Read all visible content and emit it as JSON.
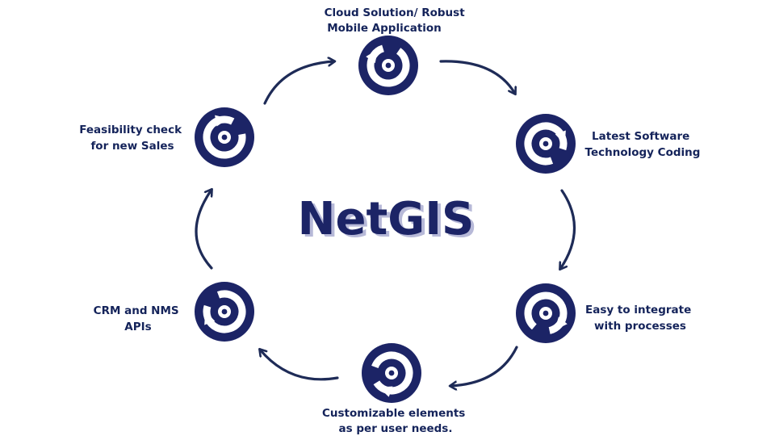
{
  "title": "NetGIS",
  "colors": {
    "navy": "#1c2466",
    "label": "#14235a",
    "title_shadow": "#b7b9d8",
    "arrow": "#1e2b57"
  },
  "nodes": [
    {
      "label_lines": [
        "Cloud Solution/ Robust",
        "Mobile Application"
      ],
      "icon": "cycle-icon"
    },
    {
      "label_lines": [
        "Latest Software",
        "Technology Coding"
      ],
      "icon": "cycle-icon"
    },
    {
      "label_lines": [
        "Easy to integrate",
        "with processes"
      ],
      "icon": "cycle-icon"
    },
    {
      "label_lines": [
        "Customizable elements",
        "as per user needs."
      ],
      "icon": "cycle-icon"
    },
    {
      "label_lines": [
        "CRM and NMS",
        "APIs"
      ],
      "icon": "cycle-icon"
    },
    {
      "label_lines": [
        "Feasibility check",
        "for new Sales"
      ],
      "icon": "cycle-icon"
    }
  ]
}
